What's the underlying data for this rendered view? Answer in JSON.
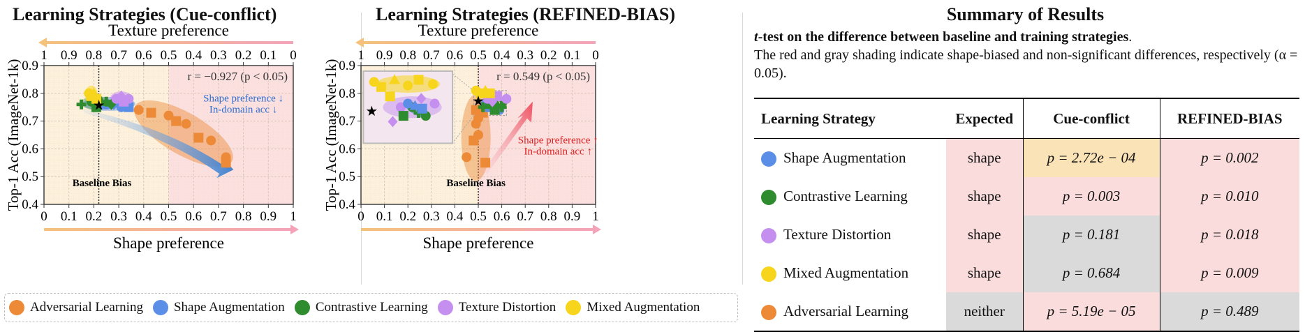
{
  "colors": {
    "adversarial": "#ec8a38",
    "shape_aug": "#5b8ee6",
    "contrastive": "#2e8b2e",
    "texture": "#c58ff0",
    "mixed": "#f7d51d",
    "shape_region": "#fbe0df",
    "texture_region": "#fdf1dc"
  },
  "left_panel": {
    "title": "Learning Strategies (Cue-conflict)",
    "top_axis_label": "Texture preference",
    "x_axis_label": "Shape preference",
    "y_axis_label": "Top-1 Acc (ImageNet-1k)",
    "correlation": "r = −0.927 (p < 0.05)",
    "annotation_line1": "Shape preference ↓",
    "annotation_line2": "In-domain acc ↓",
    "baseline_label": "Baseline Bias"
  },
  "right_panel": {
    "title": "Learning Strategies (REFINED-BIAS)",
    "top_axis_label": "Texture preference",
    "x_axis_label": "Shape preference",
    "y_axis_label": "Top-1 Acc (ImageNet-1k)",
    "correlation": "r = 0.549 (p < 0.05)",
    "annotation_line1": "Shape preference ↑",
    "annotation_line2": "In-domain acc ↑",
    "baseline_label": "Baseline Bias"
  },
  "chart_data": [
    {
      "type": "scatter",
      "title": "Learning Strategies (Cue-conflict)",
      "xlabel": "Shape preference",
      "ylabel": "Top-1 Acc (ImageNet-1k)",
      "top_xlabel": "Texture preference",
      "xlim": [
        0,
        1
      ],
      "ylim": [
        0.4,
        0.9
      ],
      "x_ticks": [
        "0",
        "0.1",
        "0.2",
        "0.3",
        "0.4",
        "0.5",
        "0.6",
        "0.7",
        "0.8",
        "0.9",
        "1"
      ],
      "top_ticks": [
        "1",
        "0.9",
        "0.8",
        "0.7",
        "0.6",
        "0.5",
        "0.4",
        "0.3",
        "0.2",
        "0.1",
        "0"
      ],
      "y_ticks": [
        "0.4",
        "0.5",
        "0.6",
        "0.7",
        "0.8",
        "0.9"
      ],
      "baseline_x": 0.22,
      "grid": true,
      "series": [
        {
          "name": "Adversarial Learning",
          "points": [
            [
              0.38,
              0.74
            ],
            [
              0.43,
              0.73
            ],
            [
              0.5,
              0.72
            ],
            [
              0.53,
              0.7
            ],
            [
              0.57,
              0.69
            ],
            [
              0.62,
              0.64
            ],
            [
              0.67,
              0.63
            ],
            [
              0.73,
              0.57
            ],
            [
              0.73,
              0.55
            ]
          ]
        },
        {
          "name": "Shape Augmentation",
          "points": [
            [
              0.2,
              0.77
            ],
            [
              0.24,
              0.76
            ],
            [
              0.26,
              0.76
            ],
            [
              0.28,
              0.76
            ],
            [
              0.31,
              0.75
            ],
            [
              0.34,
              0.75
            ]
          ]
        },
        {
          "name": "Contrastive Learning",
          "points": [
            [
              0.15,
              0.76
            ],
            [
              0.19,
              0.77
            ],
            [
              0.21,
              0.75
            ],
            [
              0.23,
              0.77
            ],
            [
              0.25,
              0.77
            ],
            [
              0.27,
              0.76
            ]
          ]
        },
        {
          "name": "Texture Distortion",
          "points": [
            [
              0.29,
              0.78
            ],
            [
              0.31,
              0.79
            ],
            [
              0.32,
              0.77
            ],
            [
              0.34,
              0.78
            ]
          ]
        },
        {
          "name": "Mixed Augmentation",
          "points": [
            [
              0.18,
              0.8
            ],
            [
              0.19,
              0.79
            ],
            [
              0.2,
              0.8
            ],
            [
              0.21,
              0.78
            ]
          ]
        }
      ]
    },
    {
      "type": "scatter",
      "title": "Learning Strategies (REFINED-BIAS)",
      "xlabel": "Shape preference",
      "ylabel": "Top-1 Acc (ImageNet-1k)",
      "top_xlabel": "Texture preference",
      "xlim": [
        0,
        1
      ],
      "ylim": [
        0.4,
        0.9
      ],
      "x_ticks": [
        "0",
        "0.1",
        "0.2",
        "0.3",
        "0.4",
        "0.5",
        "0.6",
        "0.7",
        "0.8",
        "0.9",
        "1"
      ],
      "top_ticks": [
        "1",
        "0.9",
        "0.8",
        "0.7",
        "0.6",
        "0.5",
        "0.4",
        "0.3",
        "0.2",
        "0.1",
        "0"
      ],
      "y_ticks": [
        "0.4",
        "0.5",
        "0.6",
        "0.7",
        "0.8",
        "0.9"
      ],
      "baseline_x": 0.5,
      "grid": true,
      "series": [
        {
          "name": "Adversarial Learning",
          "points": [
            [
              0.45,
              0.57
            ],
            [
              0.48,
              0.63
            ],
            [
              0.49,
              0.69
            ],
            [
              0.49,
              0.74
            ],
            [
              0.5,
              0.71
            ],
            [
              0.52,
              0.73
            ],
            [
              0.53,
              0.55
            ],
            [
              0.5,
              0.65
            ]
          ]
        },
        {
          "name": "Shape Augmentation",
          "points": [
            [
              0.53,
              0.76
            ],
            [
              0.55,
              0.75
            ],
            [
              0.57,
              0.76
            ],
            [
              0.58,
              0.75
            ],
            [
              0.59,
              0.74
            ]
          ]
        },
        {
          "name": "Contrastive Learning",
          "points": [
            [
              0.52,
              0.75
            ],
            [
              0.55,
              0.76
            ],
            [
              0.57,
              0.74
            ],
            [
              0.58,
              0.76
            ],
            [
              0.6,
              0.75
            ],
            [
              0.61,
              0.77
            ]
          ]
        },
        {
          "name": "Texture Distortion",
          "points": [
            [
              0.54,
              0.78
            ],
            [
              0.56,
              0.77
            ],
            [
              0.58,
              0.79
            ],
            [
              0.62,
              0.78
            ]
          ]
        },
        {
          "name": "Mixed Augmentation",
          "points": [
            [
              0.49,
              0.81
            ],
            [
              0.51,
              0.8
            ],
            [
              0.53,
              0.81
            ],
            [
              0.55,
              0.8
            ]
          ]
        }
      ]
    },
    {
      "type": "table",
      "title": "Summary of Results",
      "columns": [
        "Learning Strategy",
        "Expected",
        "Cue-conflict",
        "REFINED-BIAS"
      ],
      "rows": [
        [
          "Shape Augmentation",
          "shape",
          "p = 2.72e − 04",
          "p = 0.002"
        ],
        [
          "Contrastive Learning",
          "shape",
          "p = 0.003",
          "p = 0.010"
        ],
        [
          "Texture Distortion",
          "shape",
          "p = 0.181",
          "p = 0.018"
        ],
        [
          "Mixed Augmentation",
          "shape",
          "p = 0.684",
          "p = 0.009"
        ],
        [
          "Adversarial Learning",
          "neither",
          "p = 5.19e − 05",
          "p = 0.489"
        ]
      ]
    }
  ],
  "legend": [
    {
      "label": "Adversarial Learning",
      "color": "#ec8a38"
    },
    {
      "label": "Shape Augmentation",
      "color": "#5b8ee6"
    },
    {
      "label": "Contrastive Learning",
      "color": "#2e8b2e"
    },
    {
      "label": "Texture Distortion",
      "color": "#c58ff0"
    },
    {
      "label": "Mixed Augmentation",
      "color": "#f7d51d"
    }
  ],
  "summary": {
    "title": "Summary of Results",
    "subtitle_bold_t": "t",
    "subtitle_bold_rest": "-test on the difference between baseline and training strategies",
    "subtitle_period": ".",
    "description": "The red and gray shading indicate shape-biased and non-significant differences, respectively (α = 0.05).",
    "table": {
      "headers": [
        "Learning Strategy",
        "Expected",
        "Cue-conflict",
        "REFINED-BIAS"
      ],
      "rows": [
        {
          "strategy": "Shape Augmentation",
          "color": "#5b8ee6",
          "expected": "shape",
          "expected_shade": "red",
          "cue": "p = 2.72e − 04",
          "cue_shade": "orange",
          "refined": "p = 0.002",
          "refined_shade": "red"
        },
        {
          "strategy": "Contrastive Learning",
          "color": "#2e8b2e",
          "expected": "shape",
          "expected_shade": "red",
          "cue": "p = 0.003",
          "cue_shade": "red",
          "refined": "p = 0.010",
          "refined_shade": "red"
        },
        {
          "strategy": "Texture Distortion",
          "color": "#c58ff0",
          "expected": "shape",
          "expected_shade": "red",
          "cue": "p = 0.181",
          "cue_shade": "gray",
          "refined": "p = 0.018",
          "refined_shade": "red"
        },
        {
          "strategy": "Mixed Augmentation",
          "color": "#f7d51d",
          "expected": "shape",
          "expected_shade": "red",
          "cue": "p = 0.684",
          "cue_shade": "gray",
          "refined": "p = 0.009",
          "refined_shade": "red"
        },
        {
          "strategy": "Adversarial Learning",
          "color": "#ec8a38",
          "expected": "neither",
          "expected_shade": "gray",
          "cue": "p = 5.19e − 05",
          "cue_shade": "red",
          "refined": "p = 0.489",
          "refined_shade": "gray"
        }
      ]
    }
  }
}
